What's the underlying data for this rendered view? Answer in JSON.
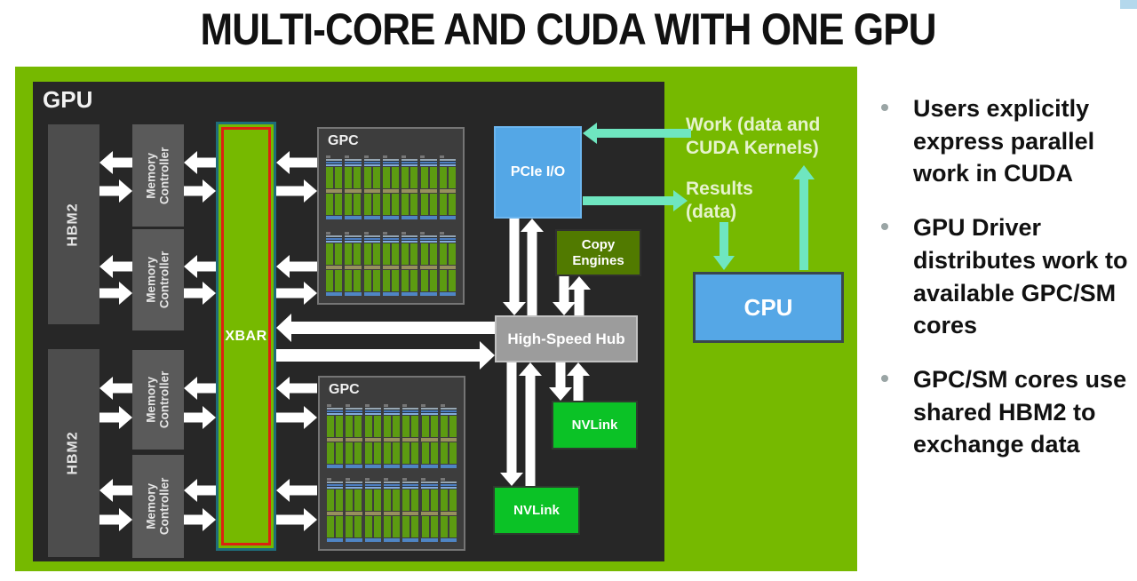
{
  "slide": {
    "title": "MULTI-CORE AND CUDA WITH ONE GPU"
  },
  "diagram": {
    "gpu": {
      "label": "GPU"
    },
    "hbm": {
      "top_label": "HBM2",
      "bottom_label": "HBM2"
    },
    "memory_controllers": [
      "Memory Controller",
      "Memory Controller",
      "Memory Controller",
      "Memory Controller"
    ],
    "xbar": {
      "label": "XBAR"
    },
    "gpc": {
      "top_label": "GPC",
      "bottom_label": "GPC",
      "sm_grid": {
        "rows": 2,
        "columns": 7
      }
    },
    "pcie": {
      "label": "PCIe I/O"
    },
    "copy_engines": {
      "label": "Copy Engines"
    },
    "hub": {
      "label": "High-Speed Hub"
    },
    "nvlink": {
      "right_label": "NVLink",
      "bottom_label": "NVLink"
    },
    "cpu": {
      "label": "CPU"
    },
    "flows": {
      "work_label": "Work (data and CUDA Kernels)",
      "results_label": "Results (data)"
    }
  },
  "bullets": [
    "Users explicitly express parallel work in CUDA",
    "GPU Driver distributes work to available GPC/SM cores",
    "GPC/SM cores use shared HBM2 to exchange data"
  ],
  "colors": {
    "nvidia_green": "#76b900",
    "panel_dark": "#272727",
    "block_blue": "#54a7e6",
    "nvlink_green": "#0bc226",
    "copy_engine_green": "#517a00",
    "hub_gray": "#9c9c9c",
    "memory_gray": "#5a5a5a",
    "arrow_white": "#ffffff",
    "flow_arrow_teal": "#6fe6c0",
    "flow_text_green": "#e6f3cd",
    "xbar_highlight_red": "#dd2211",
    "xbar_outline_teal": "#1e6d7a",
    "corner_accent_blue": "#b4d8ec"
  }
}
